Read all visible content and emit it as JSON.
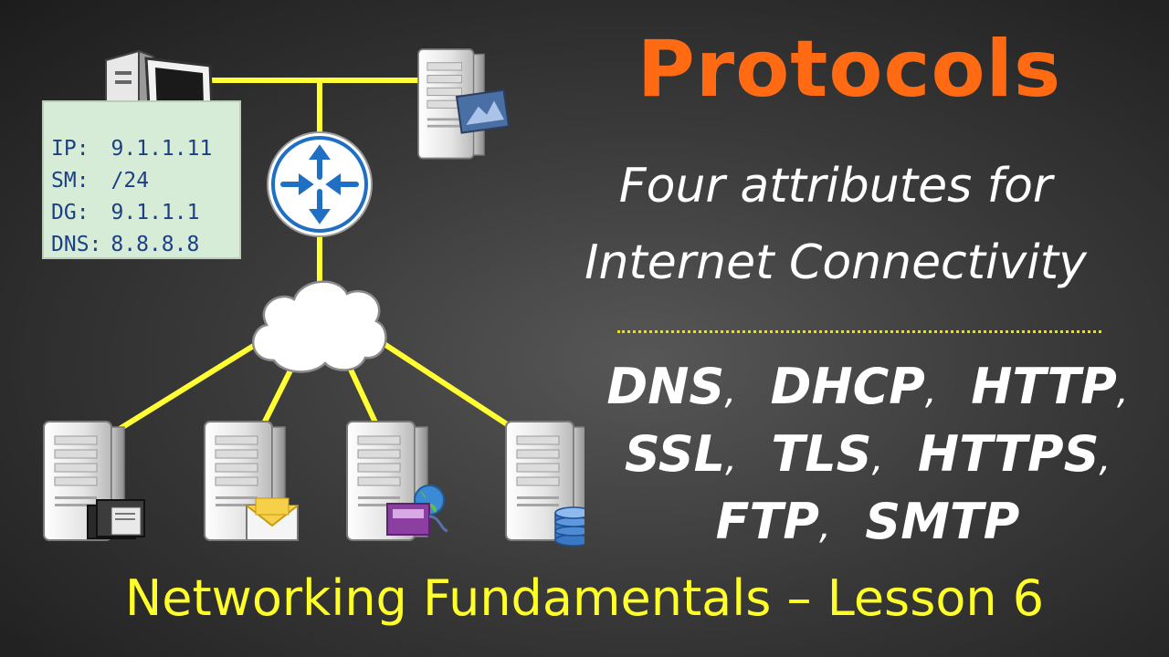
{
  "diagram": {
    "config": {
      "rows": [
        {
          "label": "IP:",
          "value": "9.1.1.11"
        },
        {
          "label": "SM:",
          "value": "/24"
        },
        {
          "label": "DG:",
          "value": "9.1.1.1"
        },
        {
          "label": "DNS:",
          "value": "8.8.8.8"
        }
      ]
    },
    "nodes": [
      "workstation-icon",
      "web-server-icon",
      "router-icon",
      "internet-cloud-icon",
      "file-server-icon",
      "mail-server-icon",
      "web-host-server-icon",
      "database-server-icon"
    ],
    "colors": {
      "link": "#ffff33",
      "router": "#1f6fc4",
      "config_bg": "#d7ecd7",
      "config_text": "#1d3f86"
    }
  },
  "header": {
    "title": "Protocols",
    "subtitle_line1": "Four attributes for",
    "subtitle_line2": "Internet Connectivity",
    "title_color": "#ff6a13"
  },
  "protocols": {
    "line1": [
      "DNS",
      "DHCP",
      "HTTP"
    ],
    "line2": [
      "SSL",
      "TLS",
      "HTTPS"
    ],
    "line3": [
      "FTP",
      "SMTP"
    ],
    "separator": ","
  },
  "footer": {
    "text": "Networking Fundamentals – Lesson 6",
    "color": "#ffff2a"
  }
}
